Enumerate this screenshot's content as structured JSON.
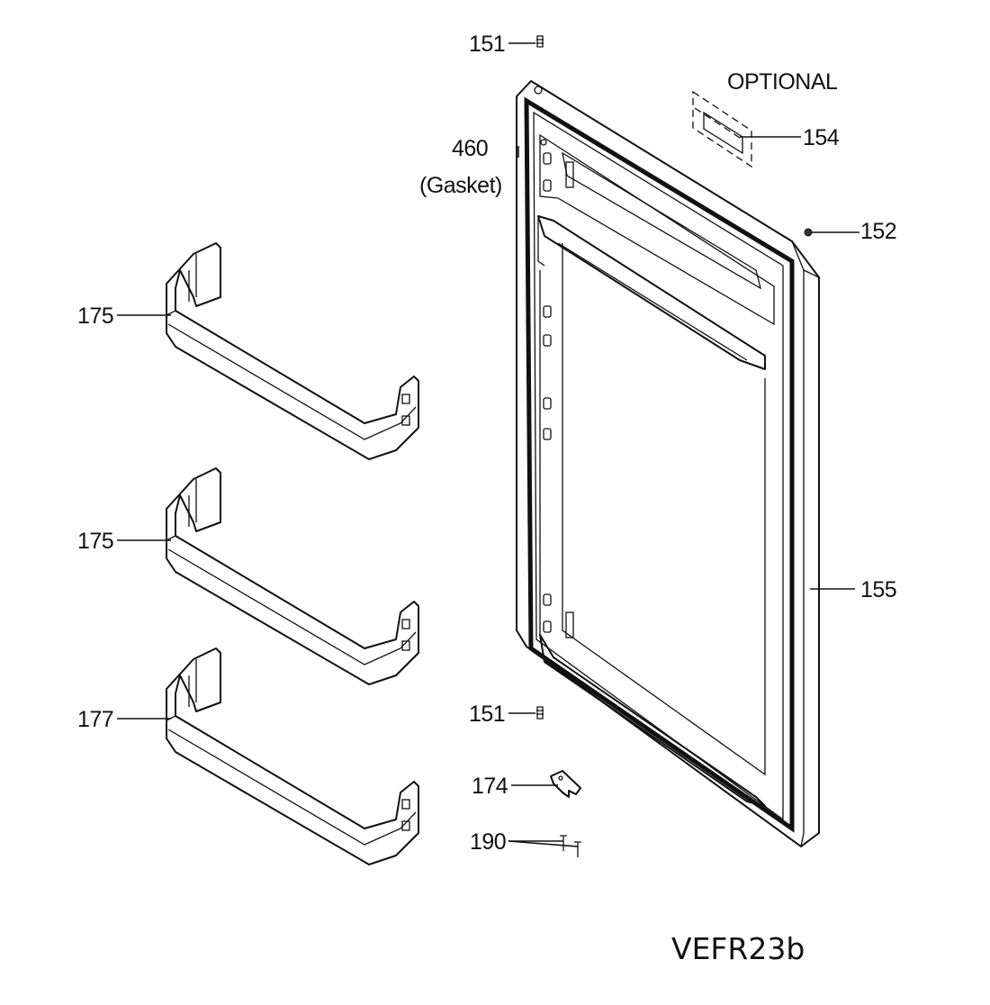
{
  "labels": {
    "p151_top": "151",
    "optional": "OPTIONAL",
    "p154": "154",
    "p460": "460",
    "gasket": "(Gasket)",
    "p152": "152",
    "p175_a": "175",
    "p175_b": "175",
    "p177": "177",
    "p155": "155",
    "p151_bottom": "151",
    "p174": "174",
    "p190": "190"
  },
  "diagram_code": "VEFR23b"
}
